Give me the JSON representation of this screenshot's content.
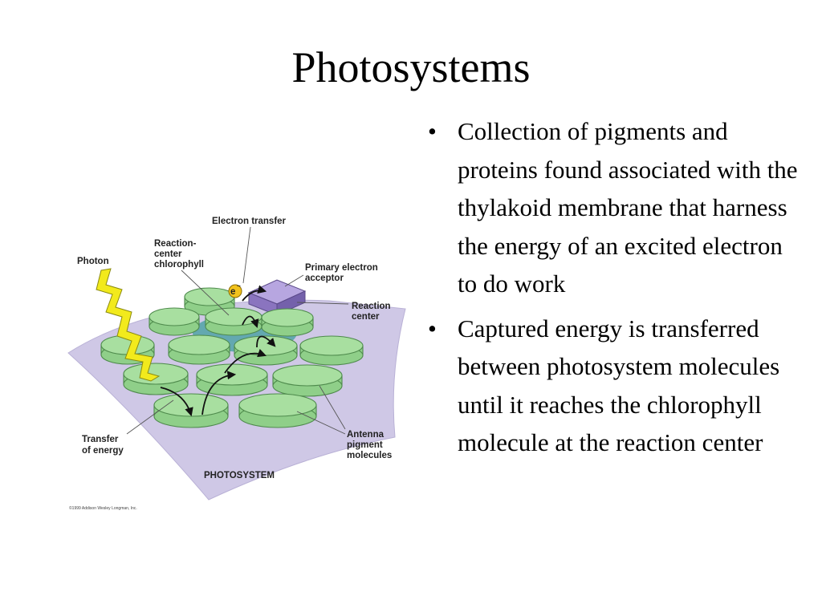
{
  "slide": {
    "title": "Photosystems"
  },
  "bullets": [
    {
      "marker": "•",
      "text": "Collection of pigments and proteins found associated with the thylakoid membrane that harness the energy of an excited electron to do work"
    },
    {
      "marker": "•",
      "text": "Captured energy is transferred between photosystem molecules until it reaches the chlorophyll molecule at the reaction center"
    }
  ],
  "diagram": {
    "labels": {
      "electron_transfer": "Electron transfer",
      "reaction_center_chlorophyll": [
        "Reaction-",
        "center",
        "chlorophyll"
      ],
      "photon": "Photon",
      "primary_electron_acceptor": [
        "Primary electron",
        "acceptor"
      ],
      "reaction_center": [
        "Reaction",
        "center"
      ],
      "transfer_of_energy": [
        "Transfer",
        "of energy"
      ],
      "antenna_pigment_molecules": [
        "Antenna",
        "pigment",
        "molecules"
      ],
      "photosystem": "PHOTOSYSTEM",
      "electron_symbol": "e",
      "electron_superscript": "−",
      "copyright": "©1999 Addison Wesley Longman, Inc."
    },
    "colors": {
      "membrane": "#cfc8e6",
      "pigment_disk": "#a8dfa0",
      "photon_bolt": "#f2ea1c",
      "acceptor": "#9c86cc",
      "electron": "#f2c21c",
      "reaction_center_glow": "#3f9e9e"
    }
  }
}
